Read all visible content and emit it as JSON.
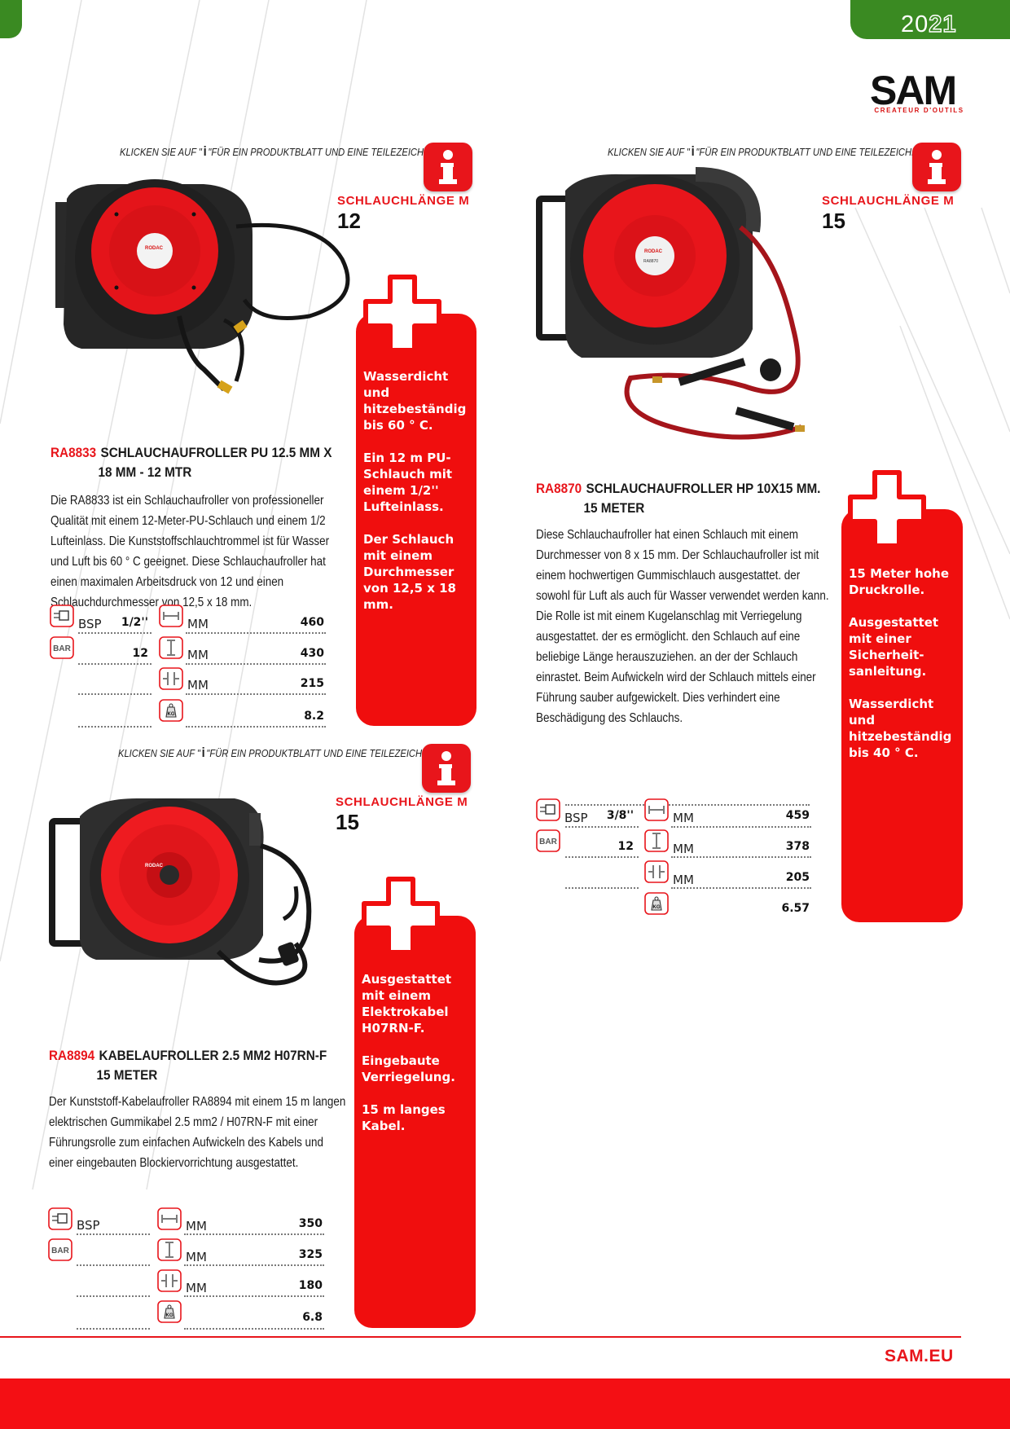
{
  "header": {
    "year_a": "20",
    "year_b": "21",
    "brand": "SAM",
    "tagline": "CREATEUR D'OUTILS"
  },
  "click_hint": {
    "before": "KLICKEN SIE AUF \"",
    "icon_glyph": "i",
    "after": "\"FÜR EIN PRODUKTBLATT UND EINE TEILEZEICHNUNG!"
  },
  "products": [
    {
      "code": "RA8833",
      "title": "SCHLAUCHAUFROLLER PU 12.5 MM X",
      "title2": "18 MM - 12 MTR",
      "length_label": "SCHLAUCHLÄNGE M",
      "length_value": "12",
      "description": "Die RA8833 ist ein Schlauchaufroller von professioneller Qualität mit einem 12-Meter-PU-Schlauch und einem 1/2 Lufteinlass. Die Kunststoffschlauchtrommel ist für Wasser und Luft bis 60 ° C geeignet. Diese Schlauchaufroller hat einen maximalen Arbeits­druck von 12 und einen Schlauchdurchmesser von 12,5 x 18 mm.",
      "features": [
        "Wasserdicht und hitzebeständig bis 60 ° C.",
        "Ein 12 m PU-Schlauch mit einem 1/2'' Lufteinlass.",
        "Der Schlauch mit einem Durch­messer von 12,5 x 18 mm."
      ],
      "specs": {
        "connection_unit": "BSP",
        "connection_value": "1/2''",
        "pressure_value": "12",
        "mm_unit": "MM",
        "width": "460",
        "height": "430",
        "depth": "215",
        "weight": "8.2"
      }
    },
    {
      "code": "RA8870",
      "title": "SCHLAUCHAUFROLLER HP 10X15 MM.",
      "title2": "15 METER",
      "length_label": "SCHLAUCHLÄNGE M",
      "length_value": "15",
      "description": "Diese Schlauchaufroller hat einen Schlauch mit einem Durch­messer von 8 x 15 mm. Der Schlauchaufroller ist mit einem hochwertigen Gummischlauch ausgestattet. der sowohl für Luft als auch für Wasser verwendet werden kann. Die Rolle ist mit einem Kugelanschlag mit Verriegelung ausgestattet. der es ermöglicht. den Schlauch auf eine beliebige Länge he­rauszuziehen. an der der Schlauch einrastet. Beim Aufwickeln wird der Schlauch mittels einer Führung sauber aufgewickelt. Dies verhindert eine Beschädigung des Schlauchs.",
      "features": [
        "15 Meter hohe Druckrolle.",
        "Ausgestattet mit einer Sicherheit­sanleitung.",
        "Wasserdicht und hitzebeständig bis 40 ° C."
      ],
      "specs": {
        "connection_unit": "BSP",
        "connection_value": "3/8''",
        "pressure_value": "12",
        "mm_unit": "MM",
        "width": "459",
        "height": "378",
        "depth": "205",
        "weight": "6.57"
      }
    },
    {
      "code": "RA8894",
      "title": "KABELAUFROLLER 2.5 MM2 H07RN-F",
      "title2": "15 METER",
      "length_label": "SCHLAUCHLÄNGE M",
      "length_value": "15",
      "description": "Der Kunststoff-Kabelaufroller RA8894 mit einem 15 m langen elektrischen Gummikabel 2.5 mm2 / H07RN-F mit einer Führungsrolle zum einfachen Aufwickeln des Kabels und einer eingebauten Blockiervorrichtung ausgestattet.",
      "features": [
        "Ausgestattet mit einem Elektroka­bel H07RN-F.",
        "Eingebaute Ver­riegelung.",
        "15 m langes Kabel."
      ],
      "specs": {
        "connection_unit": "BSP",
        "mm_unit": "MM",
        "width": "350",
        "height": "325",
        "depth": "180",
        "weight": "6.8"
      }
    }
  ],
  "footer": {
    "site": "SAM.EU"
  },
  "colors": {
    "brand_green": "#3a8a22",
    "accent_red": "#e8151b",
    "panel_red": "#f00e0e"
  },
  "icons": [
    "connection-icon",
    "pressure-bar-icon",
    "width-icon",
    "height-icon",
    "depth-icon",
    "weight-kg-icon",
    "info-icon",
    "plus-icon"
  ]
}
